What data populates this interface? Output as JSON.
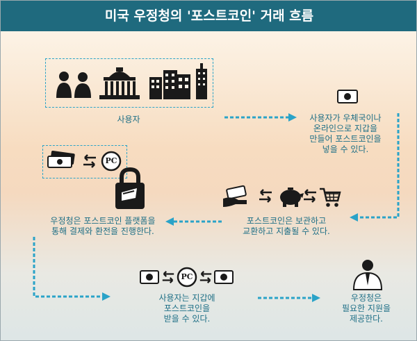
{
  "title": "미국 우정청의 '포스트코인' 거래 흐름",
  "steps": {
    "users": "사용자",
    "send": [
      "사용자가 우체국이나",
      "온라인으로 지갑을",
      "만들어 포스트코인을",
      "넣을 수 있다."
    ],
    "exchange": [
      "포스트코인은 보관하고",
      "교환하고 지출될 수 있다."
    ],
    "platform": [
      "우정청은 포스트코인 플랫폼을",
      "통해 결제와 환전을 진행한다."
    ],
    "receive": [
      "사용자는 지갑에",
      "포스트코인을",
      "받을 수 있다."
    ],
    "support": [
      "우정청은",
      "필요한 지원을",
      "제공한다."
    ]
  },
  "coin_mark": "PC",
  "colors": {
    "header": "#1f6a7e",
    "arrow": "#2aa3c8",
    "label": "#1e6f86",
    "icon": "#1a1a1a"
  }
}
